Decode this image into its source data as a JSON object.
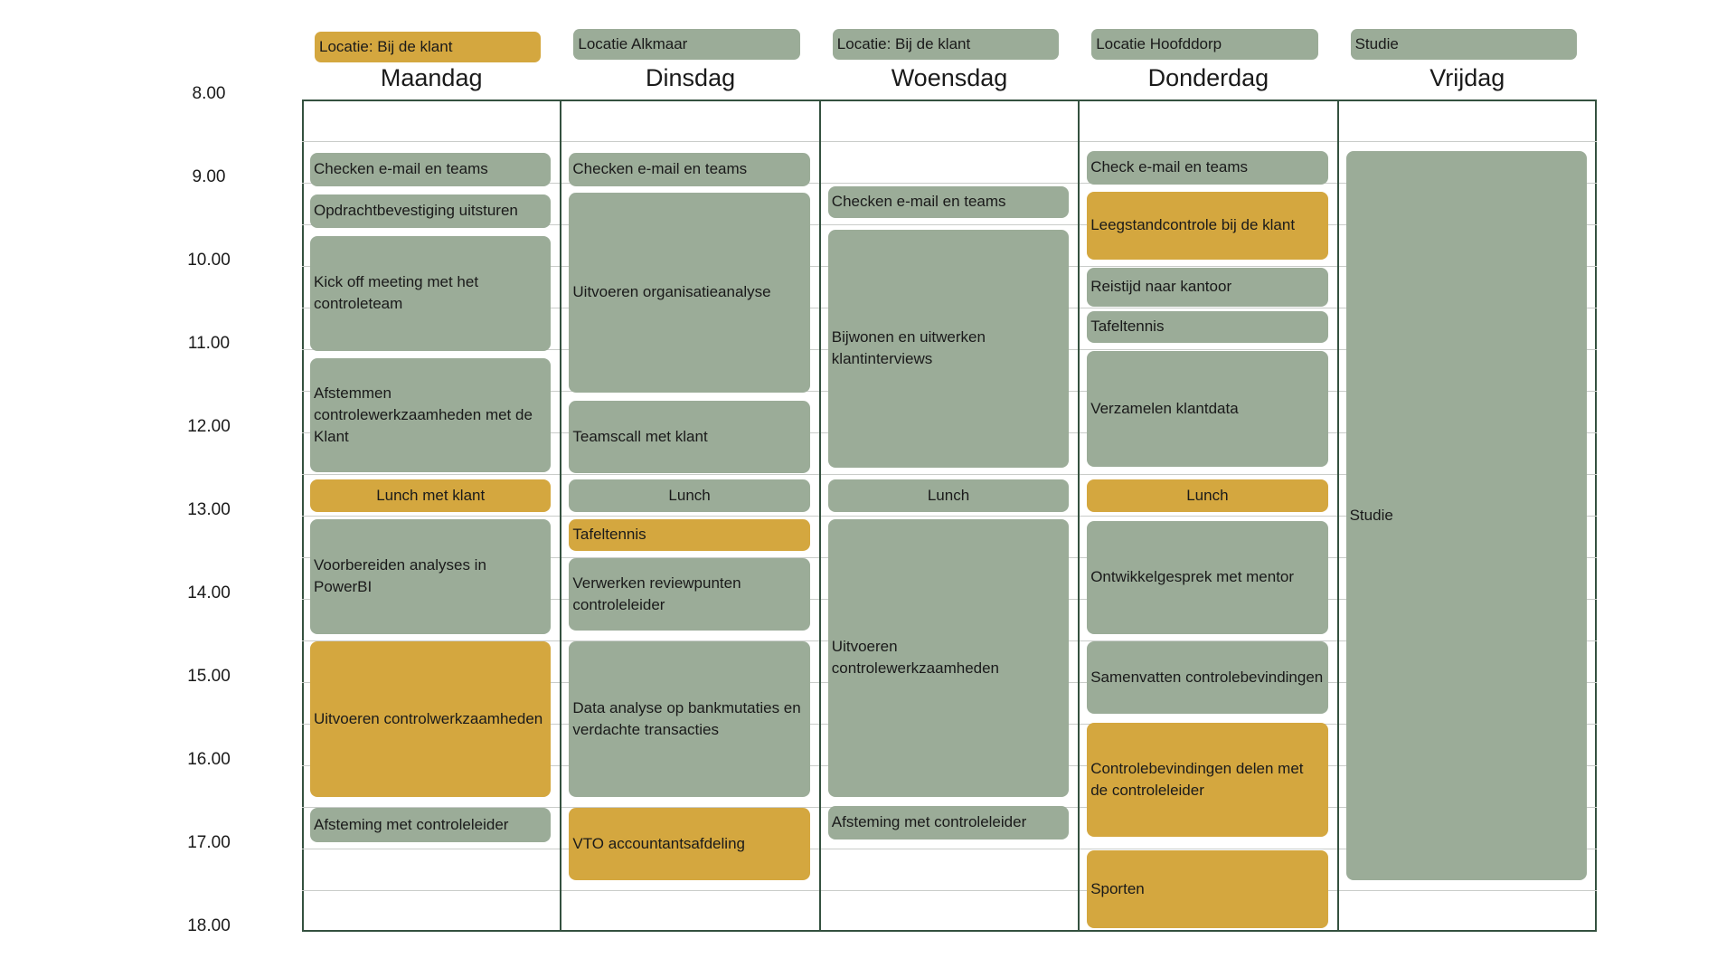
{
  "colors": {
    "green": "#9bac98",
    "gold": "#d4a73f",
    "grid": "#34513f",
    "gridline": "#c9ccc9"
  },
  "days": [
    {
      "name": "Maandag",
      "location": "Locatie: Bij de klant",
      "location_color": "gold"
    },
    {
      "name": "Dinsdag",
      "location": "Locatie Alkmaar",
      "location_color": "green"
    },
    {
      "name": "Woensdag",
      "location": "Locatie: Bij de klant",
      "location_color": "green"
    },
    {
      "name": "Donderdag",
      "location": "Locatie Hoofddorp",
      "location_color": "green"
    },
    {
      "name": "Vrijdag",
      "location": "Studie",
      "location_color": "green"
    }
  ],
  "times": [
    "8.00",
    "9.00",
    "10.00",
    "11.00",
    "12.00",
    "13.00",
    "14.00",
    "15.00",
    "16.00",
    "17.00",
    "18.00"
  ],
  "events": [
    {
      "day": 0,
      "label": "Checken e-mail en teams",
      "start": "8.64",
      "end": "9.04",
      "color": "green"
    },
    {
      "day": 0,
      "label": "Opdrachtbevestiging uitsturen",
      "start": "9.14",
      "end": "9.54",
      "color": "green"
    },
    {
      "day": 0,
      "label": "Kick off meeting met het controleteam",
      "start": "9.64",
      "end": "11.02",
      "color": "green"
    },
    {
      "day": 0,
      "label": "Afstemmen controlewerkzaamheden met de Klant",
      "start": "11.11",
      "end": "12.48",
      "color": "green"
    },
    {
      "day": 0,
      "label": "Lunch met klant",
      "start": "12.57",
      "end": "12.96",
      "color": "gold",
      "center": true
    },
    {
      "day": 0,
      "label": "Voorbereiden analyses in PowerBI",
      "start": "13.04",
      "end": "14.42",
      "color": "green"
    },
    {
      "day": 0,
      "label": "Uitvoeren controlwerkzaamheden",
      "start": "14.51",
      "end": "16.38",
      "color": "gold"
    },
    {
      "day": 0,
      "label": "Afsteming met controleleider",
      "start": "16.51",
      "end": "16.92",
      "color": "green"
    },
    {
      "day": 1,
      "label": "Checken e-mail en teams",
      "start": "8.64",
      "end": "9.04",
      "color": "green"
    },
    {
      "day": 1,
      "label": "Uitvoeren organisatieanalyse",
      "start": "9.12",
      "end": "11.52",
      "color": "green"
    },
    {
      "day": 1,
      "label": "Teamscall met klant",
      "start": "11.62",
      "end": "12.49",
      "color": "green"
    },
    {
      "day": 1,
      "label": "Lunch",
      "start": "12.57",
      "end": "12.96",
      "color": "green",
      "center": true
    },
    {
      "day": 1,
      "label": "Tafeltennis",
      "start": "13.04",
      "end": "13.42",
      "color": "gold"
    },
    {
      "day": 1,
      "label": "Verwerken reviewpunten controleleider",
      "start": "13.51",
      "end": "14.38",
      "color": "green"
    },
    {
      "day": 1,
      "label": "Data analyse op bankmutaties en verdachte transacties",
      "start": "14.51",
      "end": "16.38",
      "color": "green"
    },
    {
      "day": 1,
      "label": "VTO accountantsafdeling",
      "start": "16.51",
      "end": "17.38",
      "color": "gold"
    },
    {
      "day": 2,
      "label": "Checken e-mail en teams",
      "start": "9.04",
      "end": "9.42",
      "color": "green"
    },
    {
      "day": 2,
      "label": "Bijwonen en uitwerken klantinterviews",
      "start": "9.56",
      "end": "12.42",
      "color": "green"
    },
    {
      "day": 2,
      "label": "Lunch",
      "start": "12.57",
      "end": "12.96",
      "color": "green",
      "center": true
    },
    {
      "day": 2,
      "label": "Uitvoeren controlewerkzaamheden",
      "start": "13.04",
      "end": "16.38",
      "color": "green"
    },
    {
      "day": 2,
      "label": "Afsteming met controleleider",
      "start": "16.49",
      "end": "16.89",
      "color": "green"
    },
    {
      "day": 3,
      "label": "Check e-mail en teams",
      "start": "8.62",
      "end": "9.02",
      "color": "green"
    },
    {
      "day": 3,
      "label": "Leegstandcontrole bij de klant",
      "start": "9.11",
      "end": "9.92",
      "color": "gold"
    },
    {
      "day": 3,
      "label": "Reistijd naar kantoor",
      "start": "10.02",
      "end": "10.49",
      "color": "green"
    },
    {
      "day": 3,
      "label": "Tafeltennis",
      "start": "10.54",
      "end": "10.92",
      "color": "green"
    },
    {
      "day": 3,
      "label": "Verzamelen klantdata",
      "start": "11.02",
      "end": "12.41",
      "color": "green"
    },
    {
      "day": 3,
      "label": "Lunch",
      "start": "12.57",
      "end": "12.96",
      "color": "gold",
      "center": true
    },
    {
      "day": 3,
      "label": "Ontwikkelgesprek met mentor",
      "start": "13.06",
      "end": "14.42",
      "color": "green"
    },
    {
      "day": 3,
      "label": "Samenvatten controlebevindingen",
      "start": "14.51",
      "end": "15.38",
      "color": "green"
    },
    {
      "day": 3,
      "label": "Controlebevindingen delen met de controleleider",
      "start": "15.49",
      "end": "16.86",
      "color": "gold"
    },
    {
      "day": 3,
      "label": "Sporten",
      "start": "17.02",
      "end": "17.96",
      "color": "gold"
    },
    {
      "day": 4,
      "label": "Studie",
      "start": "8.62",
      "end": "17.38",
      "color": "green"
    }
  ]
}
